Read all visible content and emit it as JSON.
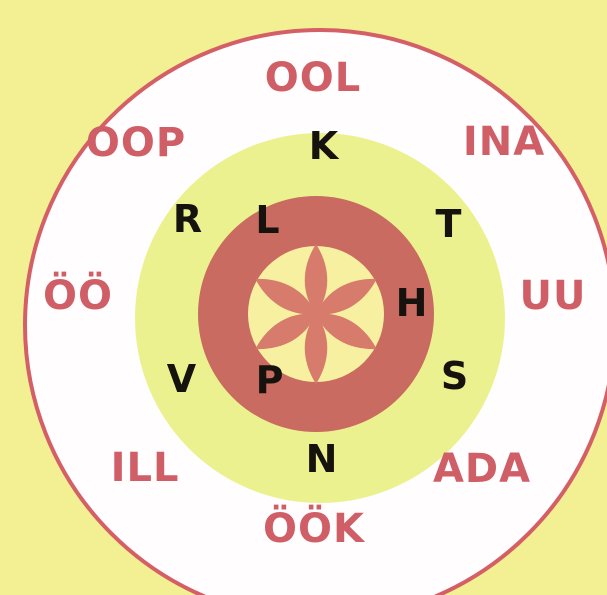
{
  "colors": {
    "background": "#f3f094",
    "outer_ring": "#fffdfd",
    "outer_border": "#d55f67",
    "middle_ring": "#ecf18f",
    "inner_ring": "#c96b61",
    "center": "#f7f0a0",
    "flower": "#d77b6c",
    "outer_text": "#d05e66",
    "inner_text": "#16120d"
  },
  "outer_words": [
    "OOL",
    "INA",
    "UU",
    "ADA",
    "ÖÖK",
    "ILL",
    "ÖÖ",
    "OOP"
  ],
  "inner_letters": [
    "K",
    "T",
    "H",
    "S",
    "N",
    "P",
    "V",
    "R",
    "L"
  ],
  "icons": [
    "flower-icon"
  ]
}
